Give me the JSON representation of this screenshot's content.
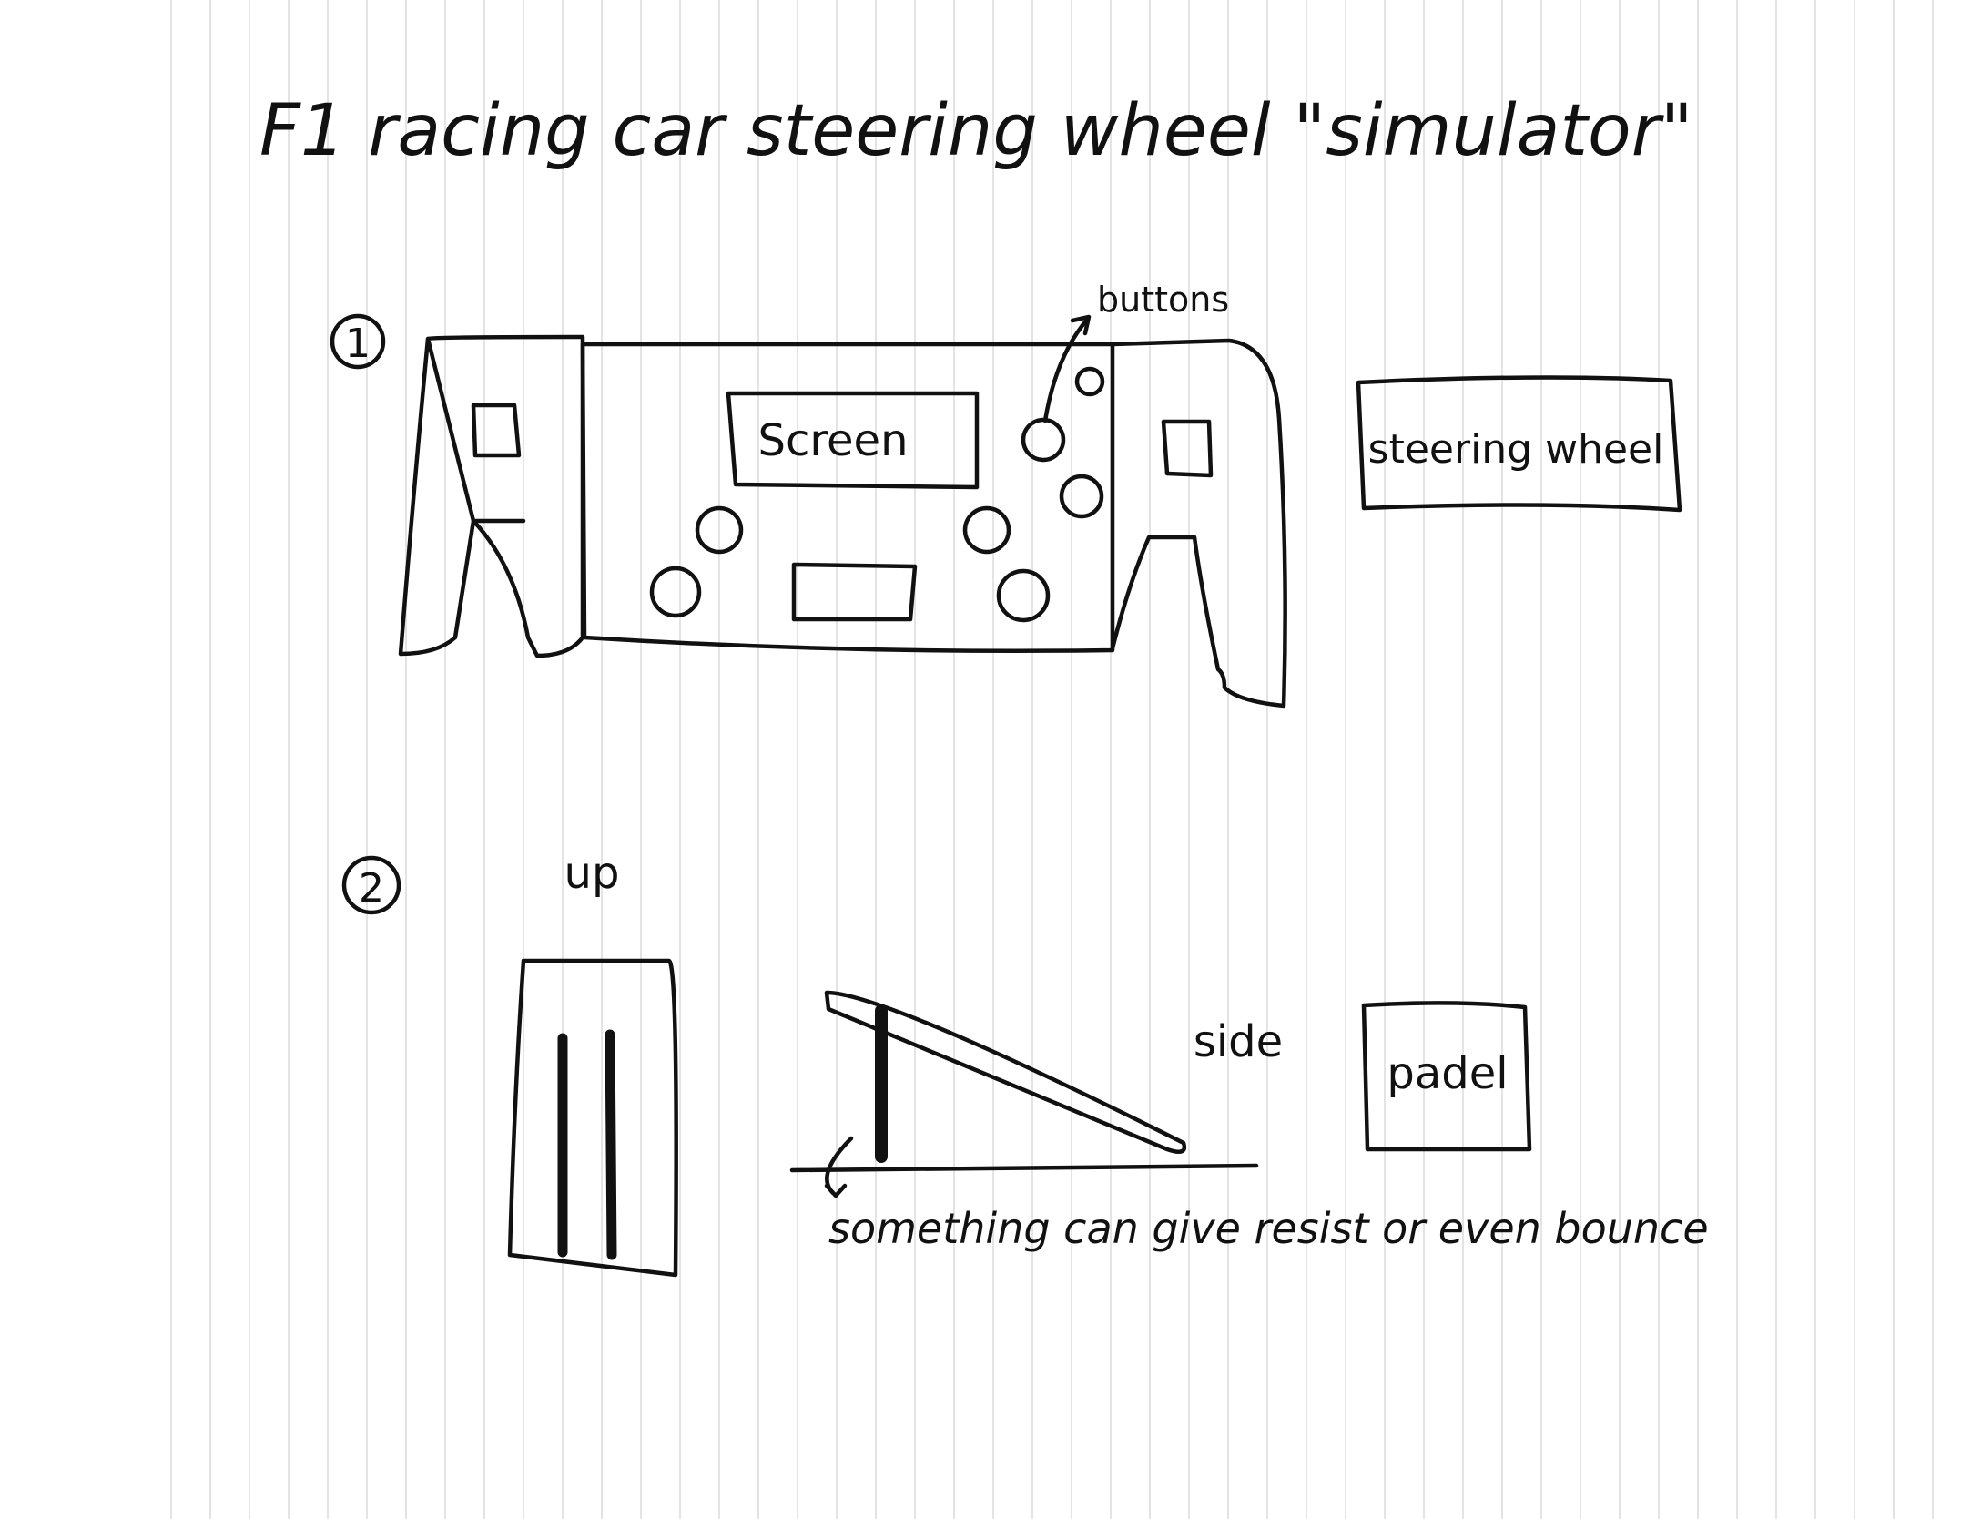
{
  "title": "F1 racing car steering wheel \"simulator\"",
  "sections": [
    {
      "number": "1",
      "labels": {
        "screen": "Screen",
        "buttons": "buttons",
        "legend": "steering wheel"
      }
    },
    {
      "number": "2",
      "labels": {
        "up_view": "up",
        "side_view": "side",
        "legend": "padel",
        "note": "something can give resist or even bounce"
      }
    }
  ],
  "colors": {
    "ink": "#111111",
    "rule_lines": "#e4e4e4",
    "paper": "#ffffff"
  }
}
